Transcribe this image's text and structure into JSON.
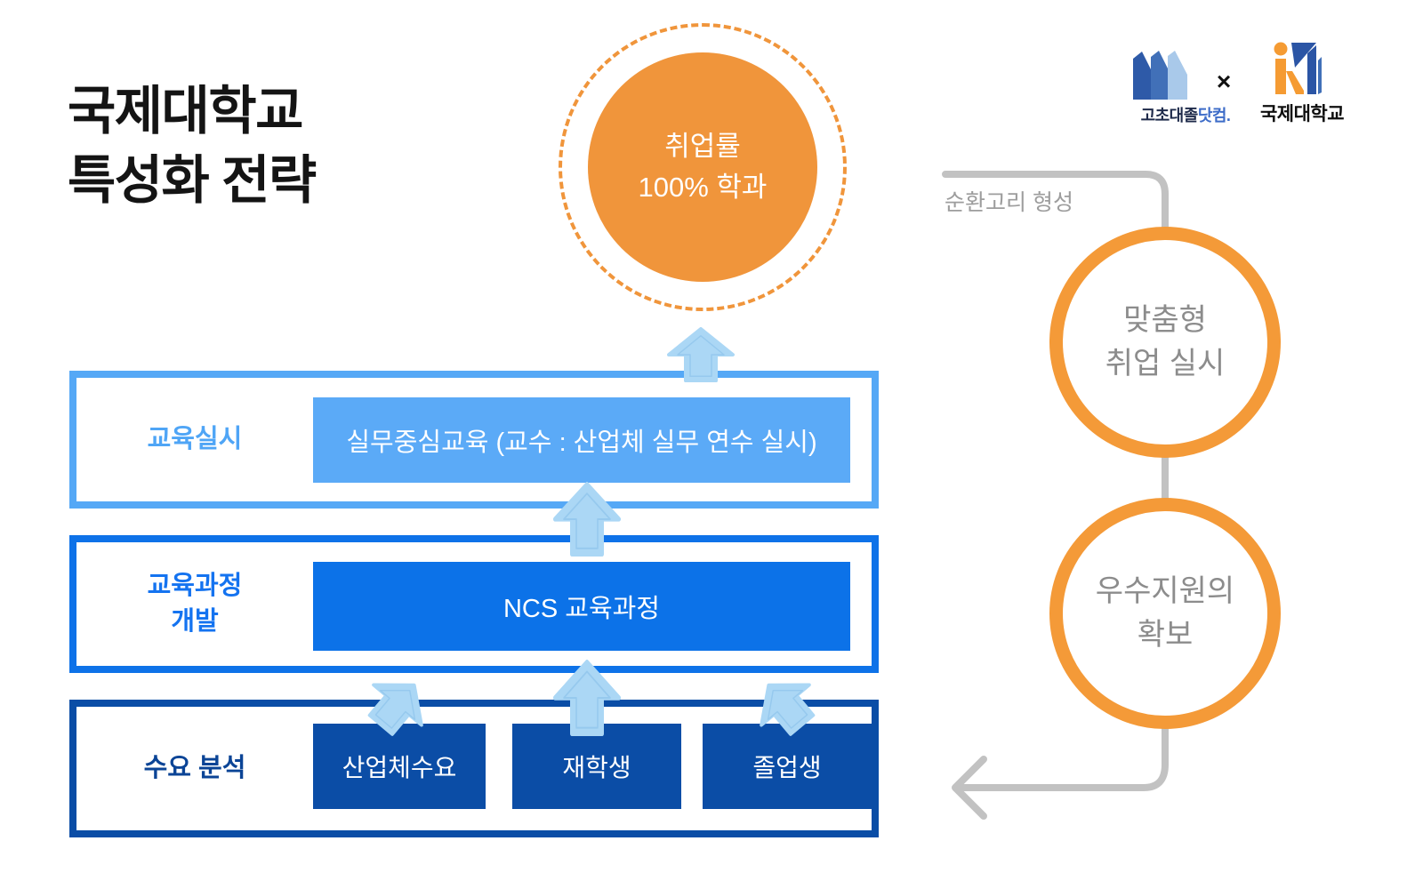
{
  "title": {
    "text": "국제대학교\n특성화 전략"
  },
  "goal_circle": {
    "line1": "취업률",
    "line2": "100% 학과"
  },
  "header_logos": {
    "left_logo": {
      "icon": "book-stack-logo",
      "text_dark": "고초대졸",
      "text_accent": "닷컴."
    },
    "separator": "×",
    "right_logo": {
      "icon": "university-k-logo",
      "text": "국제대학교"
    }
  },
  "loop": {
    "label": "순환고리 형성",
    "circles": [
      {
        "line1": "맞춤형",
        "line2": "취업 실시"
      },
      {
        "line1": "우수지원의",
        "line2": "확보"
      }
    ]
  },
  "stages": [
    {
      "label_line1": "교육실시",
      "items": [
        "실무중심교육 (교수 : 산업체 실무 연수 실시)"
      ]
    },
    {
      "label_line1": "교육과정",
      "label_line2": "개발",
      "items": [
        "NCS 교육과정"
      ]
    },
    {
      "label_line1": "수요 분석",
      "items": [
        "산업체수요",
        "재학생",
        "졸업생"
      ]
    }
  ],
  "colors": {
    "accent_orange": "#F0953B",
    "loop_ring_orange": "#F49A38",
    "stage1_light_blue": "#55A8F6",
    "stage2_blue": "#0E72E8",
    "stage3_navy": "#0A4DA6",
    "arrow_light_blue": "#ABD7F5",
    "loop_gray": "#C2C2C2",
    "logo_dark_blue": "#2E5AA8",
    "logo_mid_blue": "#4170B8",
    "logo_light_blue": "#A9C9EA"
  }
}
